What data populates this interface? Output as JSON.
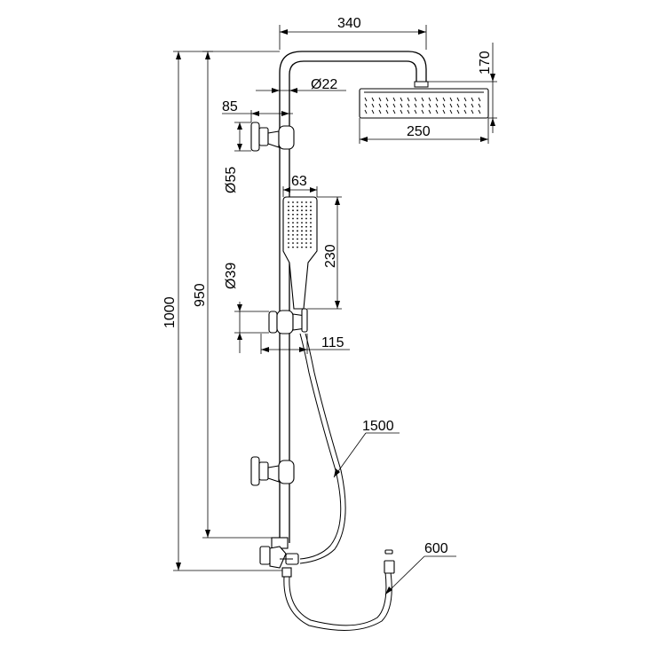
{
  "dimensions": {
    "arm_width": "340",
    "arm_diameter": "Ø22",
    "wall_offset": "85",
    "bracket_diameter": "Ø55",
    "handshower_width": "63",
    "handshower_length": "230",
    "holder_diameter": "Ø39",
    "slider_depth": "115",
    "total_height": "1000",
    "bar_height": "950",
    "hose_length": "1500",
    "head_height": "170",
    "head_width": "250",
    "inlet_hose": "600"
  }
}
